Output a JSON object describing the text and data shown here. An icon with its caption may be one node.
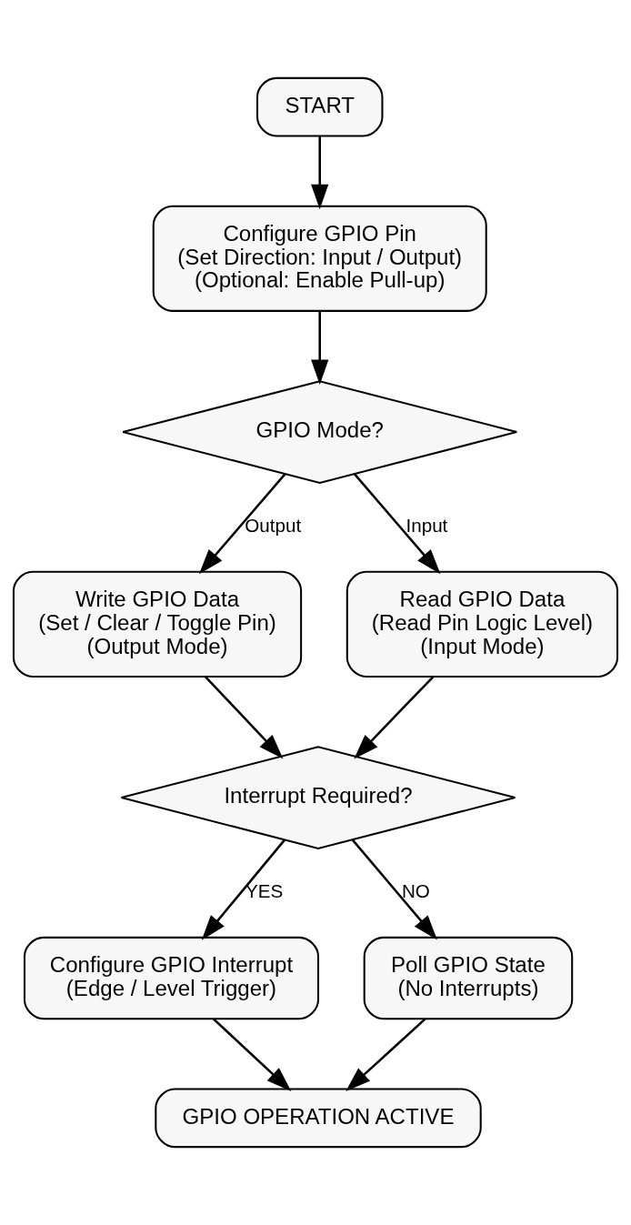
{
  "diagram": {
    "nodes": [
      {
        "text": [
          "START"
        ]
      },
      {
        "text": [
          "Configure GPIO Pin",
          "(Set Direction: Input / Output)",
          "(Optional: Enable Pull-up)"
        ]
      },
      {
        "text": [
          "GPIO Mode?"
        ]
      },
      {
        "text": [
          "Write GPIO Data",
          "(Set / Clear / Toggle Pin)",
          "(Output Mode)"
        ]
      },
      {
        "text": [
          "Read GPIO Data",
          "(Read Pin Logic Level)",
          "(Input Mode)"
        ]
      },
      {
        "text": [
          "Interrupt Required?"
        ]
      },
      {
        "text": [
          "Configure GPIO Interrupt",
          "(Edge / Level Trigger)"
        ]
      },
      {
        "text": [
          "Poll GPIO State",
          "(No Interrupts)"
        ]
      },
      {
        "text": [
          "GPIO OPERATION ACTIVE"
        ]
      }
    ],
    "edges": [
      {
        "from": 0,
        "to": 1,
        "arrow": "to"
      },
      {
        "from": 1,
        "to": 2,
        "arrow": "to"
      },
      {
        "from": 2,
        "to": 3,
        "arrow": "to",
        "label": "Output"
      },
      {
        "from": 2,
        "to": 4,
        "arrow": "to",
        "label": "Input"
      },
      {
        "from": 3,
        "to": 5,
        "arrow": "to"
      },
      {
        "from": 4,
        "to": 5,
        "arrow": "to"
      },
      {
        "from": 5,
        "to": 6,
        "arrow": "to",
        "label": "YES"
      },
      {
        "from": 5,
        "to": 7,
        "arrow": "to",
        "label": "NO"
      },
      {
        "from": 6,
        "to": 8,
        "arrow": "to"
      },
      {
        "from": 7,
        "to": 8,
        "arrow": "to"
      }
    ]
  }
}
